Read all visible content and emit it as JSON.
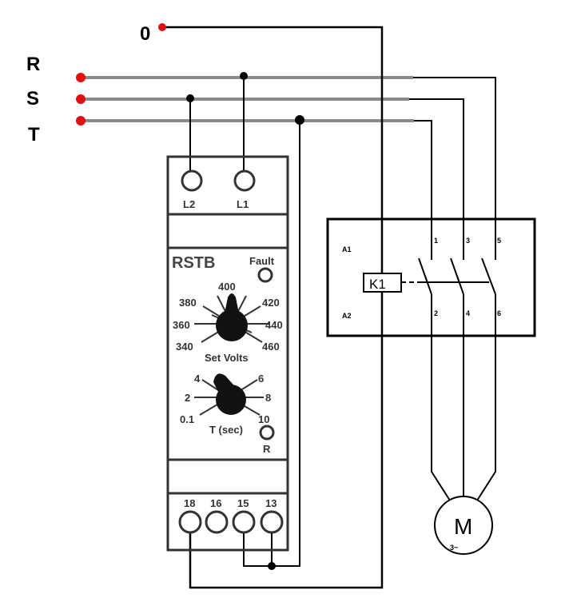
{
  "supply": {
    "neutral": "0",
    "phases": [
      "R",
      "S",
      "T"
    ]
  },
  "relay": {
    "model": "RSTB",
    "top_terminals": [
      "L2",
      "L1"
    ],
    "fault_label": "Fault",
    "volt_ticks": [
      "380",
      "400",
      "420",
      "360",
      "440",
      "340",
      "460"
    ],
    "volt_label": "Set Volts",
    "time_ticks": [
      "4",
      "6",
      "2",
      "8",
      "0.1",
      "10"
    ],
    "time_label": "T (sec)",
    "reset_label": "R",
    "bottom_terminals": [
      "18",
      "16",
      "15",
      "13"
    ]
  },
  "contactor": {
    "coil": "K1",
    "coil_terminals": [
      "A1",
      "A2"
    ],
    "line_contacts": [
      "1",
      "3",
      "5"
    ],
    "load_contacts": [
      "2",
      "4",
      "6"
    ]
  },
  "motor": {
    "symbol": "M",
    "phase_label": "3~"
  },
  "colors": {
    "terminal_dot": "#e01010",
    "supply_line": "#8a8a8a"
  }
}
